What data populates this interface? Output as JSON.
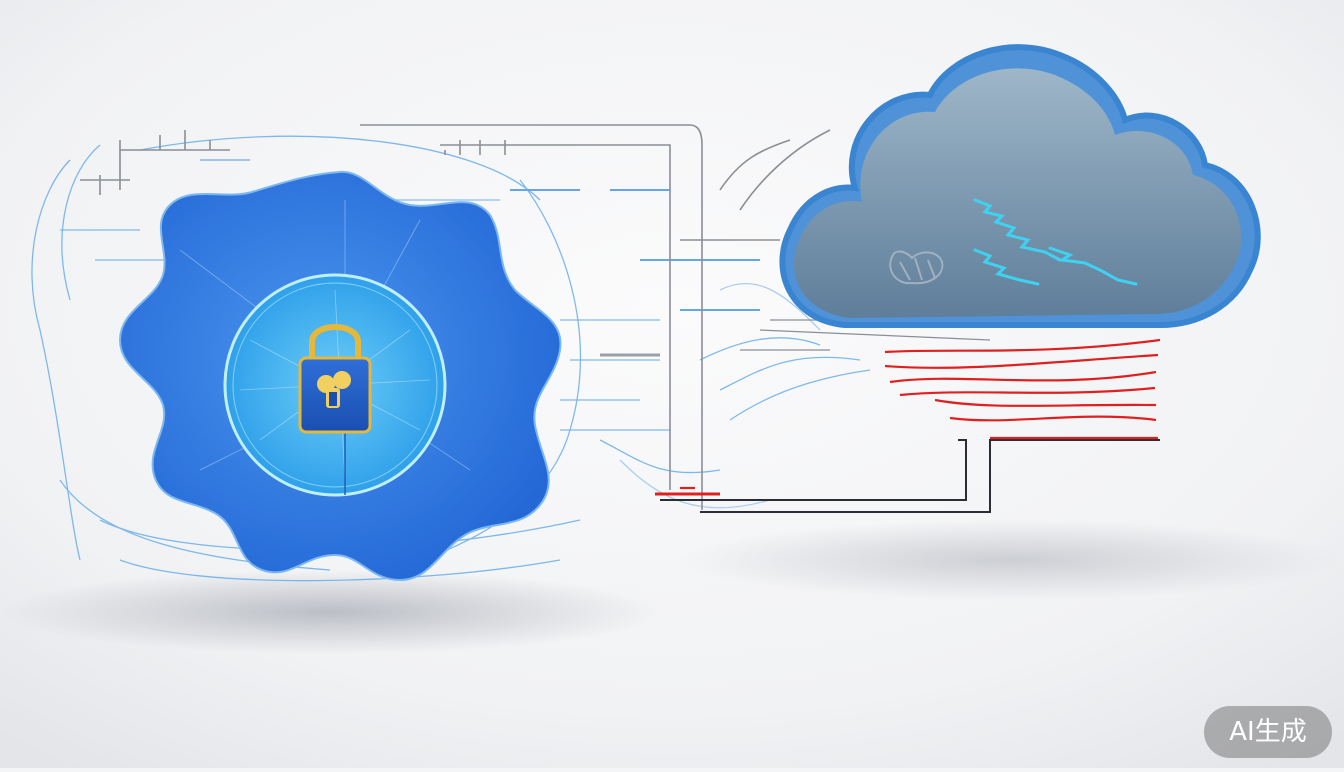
{
  "badge": {
    "label": "AI生成"
  },
  "colors": {
    "background": "#f4f5f7",
    "gear_blue": "#2f7be0",
    "core_cyan": "#3fb0ef",
    "cloud_fill": "#6f8faa",
    "cloud_rim": "#3e8fd6",
    "lock_gold": "#e5b73a",
    "wire_red": "#e02020",
    "wire_gray": "#8a8f96",
    "wire_blue": "#5aa7e8",
    "squiggle_cyan": "#3fd2f0"
  },
  "icons": [
    "gear-shape",
    "padlock-icon",
    "cloud-shape"
  ]
}
